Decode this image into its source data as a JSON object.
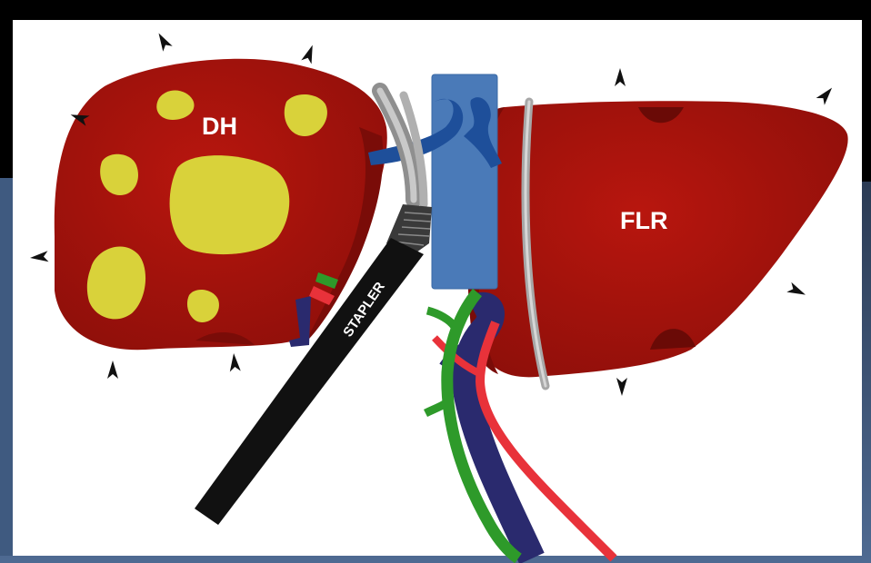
{
  "labels": {
    "diseased_hemiliver": "DH",
    "future_liver_remnant": "FLR",
    "stapler": "STAPLER"
  },
  "colors": {
    "liver": "#a8130c",
    "liver_shadow": "#7a0c08",
    "lesion": "#d9d23a",
    "portal_vein": "#2a2a6e",
    "hepatic_artery": "#e8323a",
    "bile_duct": "#2e9a2a",
    "hepatic_vein_clamp": "#1e4f9a",
    "vena_cava": "#4a7ab8",
    "stapler": "#111111",
    "stapler_jaw": "#9a9a9a",
    "background_panel": "#ffffff",
    "backdrop": "#2f4566"
  },
  "icons": [
    "arrowhead-marker-icon"
  ]
}
